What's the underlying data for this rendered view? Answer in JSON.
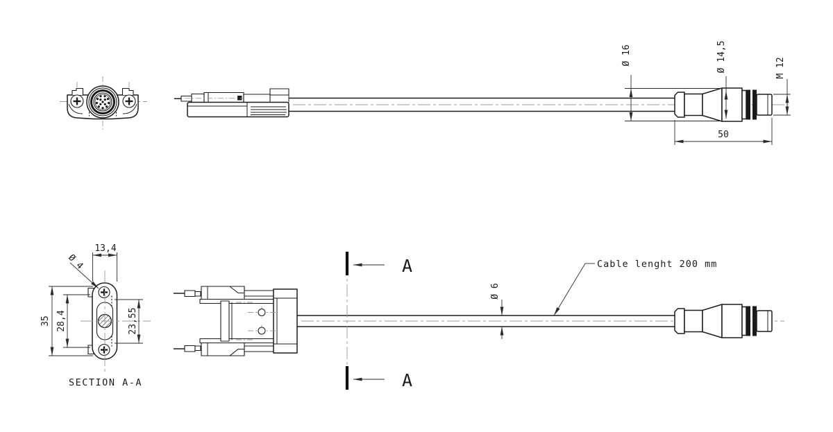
{
  "colors": {
    "line": "#1b1b1b",
    "centerline": "#9a9a9a",
    "dimension": "#2b2b2b",
    "background": "#ffffff"
  },
  "top_row": {
    "dim_connector_max_diameter": "Ø 16",
    "dim_collar_diameter": "Ø 14,5",
    "dim_thread_size": "M 12",
    "dim_connector_length": "50"
  },
  "section_view": {
    "title": "SECTION A-A",
    "dim_flange_width": "13,4",
    "dim_screw_hole_diameter": "Ø 4",
    "dim_overall_height": "35",
    "dim_screw_spacing": "28,4",
    "dim_body_height": "23,55"
  },
  "bottom_row": {
    "section_cut_label_top": "A",
    "section_cut_label_bottom": "A",
    "dim_cable_diameter": "Ø 6",
    "cable_length_note": "Cable lenght 200 mm"
  }
}
